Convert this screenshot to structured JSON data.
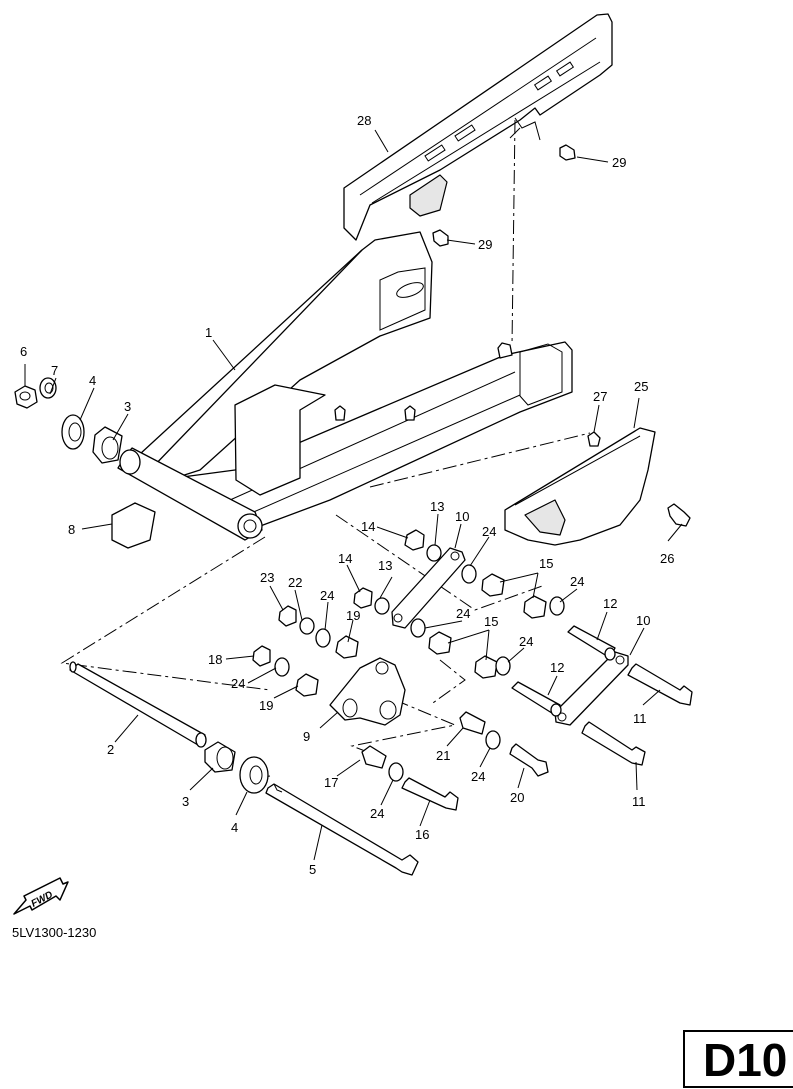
{
  "diagram": {
    "drawing_code": "5LV1300-1230",
    "page_label": "D10",
    "fwd_label": "FWD",
    "callouts": [
      "1",
      "2",
      "3",
      "3",
      "4",
      "4",
      "5",
      "6",
      "7",
      "8",
      "9",
      "10",
      "10",
      "11",
      "11",
      "12",
      "12",
      "13",
      "13",
      "14",
      "14",
      "15",
      "15",
      "16",
      "17",
      "18",
      "19",
      "19",
      "20",
      "21",
      "22",
      "23",
      "24",
      "24",
      "24",
      "24",
      "24",
      "24",
      "24",
      "24",
      "25",
      "26",
      "27",
      "28",
      "29",
      "29"
    ]
  }
}
